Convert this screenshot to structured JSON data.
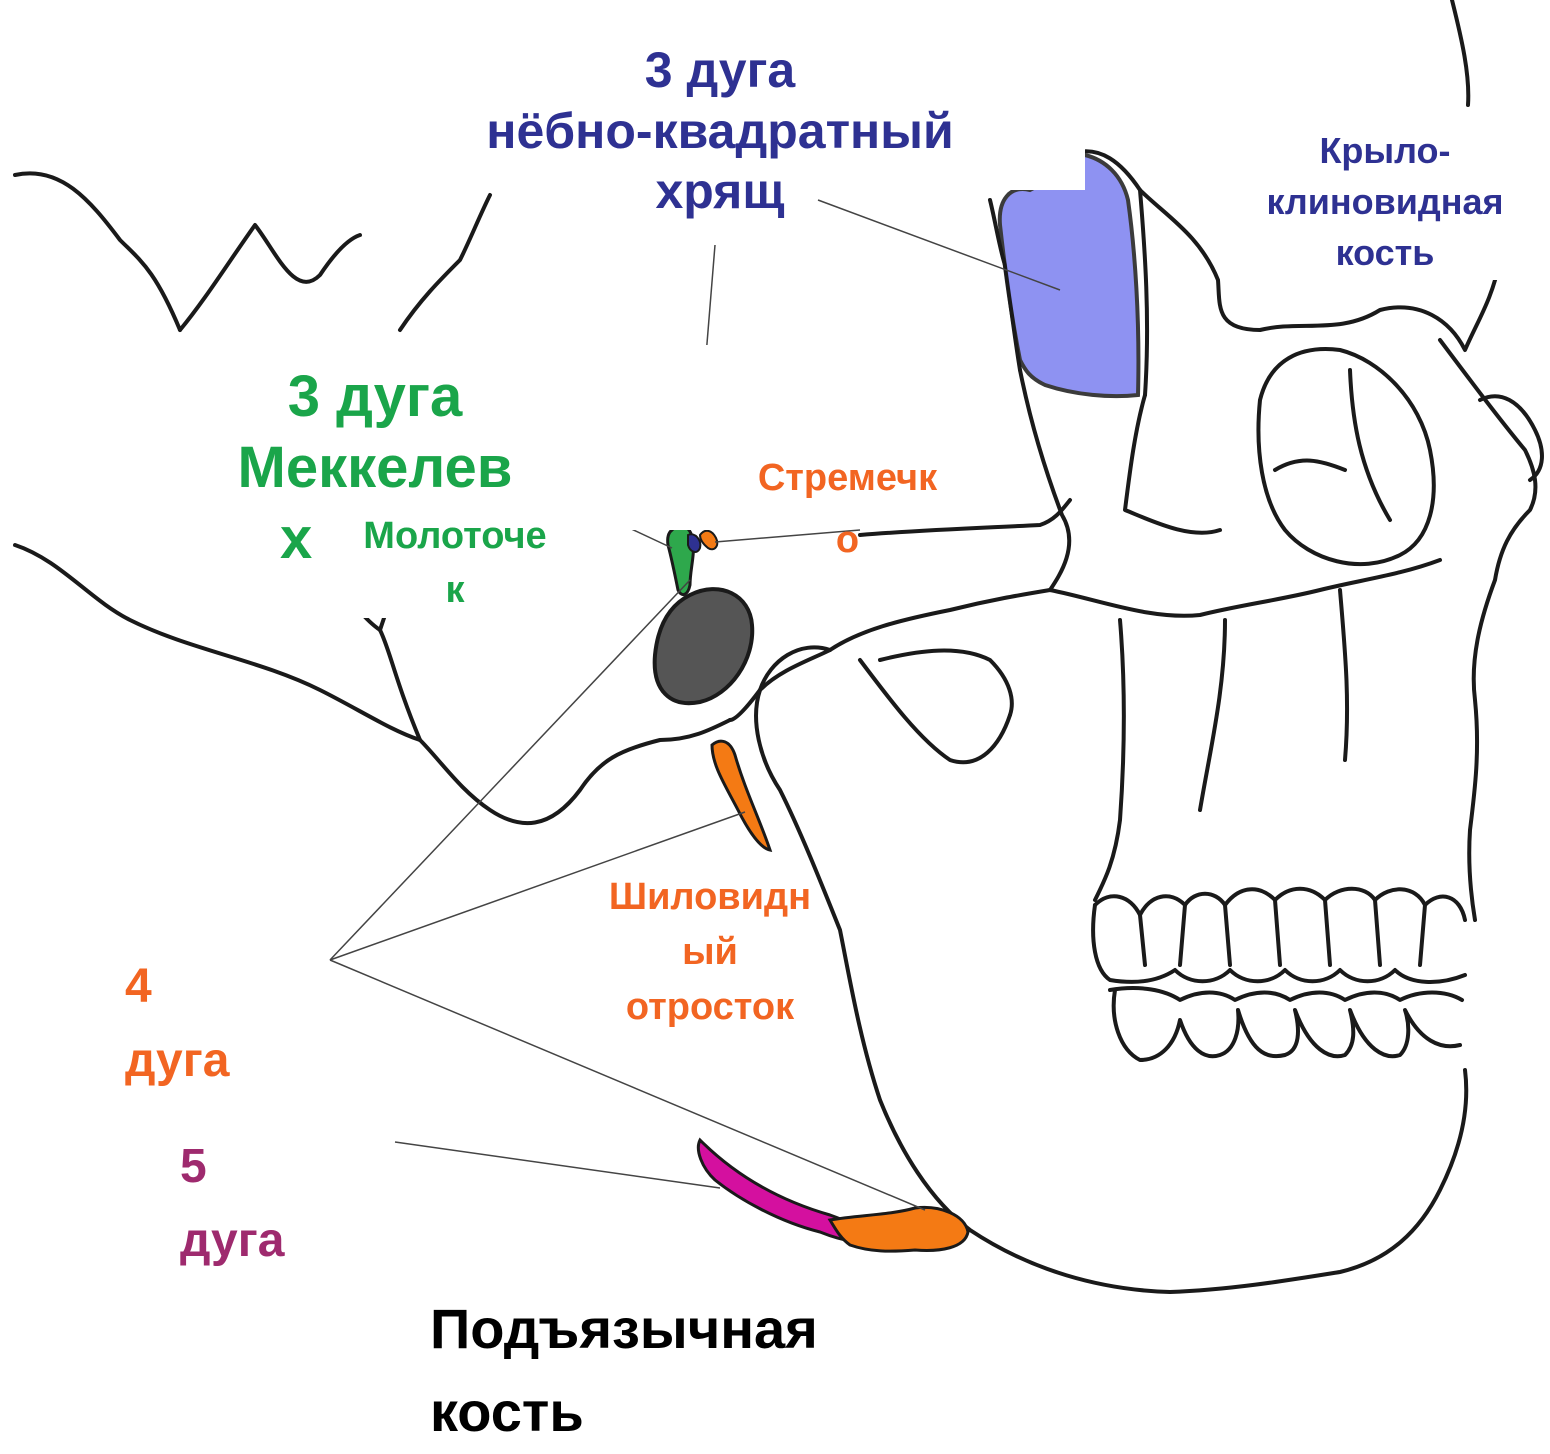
{
  "labels": {
    "palatoquadrate": {
      "line1": "3 дуга",
      "line2": "нёбно-квадратный",
      "line3": "хрящ"
    },
    "pterygosphenoid": {
      "line1": "Крыло-",
      "line2": "клиновидная",
      "line3": "кость"
    },
    "meckel": {
      "line1": "3 дуга",
      "line2": "Меккелев",
      "line3": "х"
    },
    "malleus": {
      "line1": "Молоточе",
      "line2": "к"
    },
    "stapes": {
      "line1": "Стремечк",
      "line2": "о"
    },
    "styloid": {
      "line1": "Шиловидн",
      "line2": "ый",
      "line3": "отросток"
    },
    "arch4": {
      "line1": "4",
      "line2": "дуга"
    },
    "arch5": {
      "line1": "5",
      "line2": "дуга"
    },
    "hyoid": {
      "line1": "Подъязычная",
      "line2": "кость"
    }
  },
  "colors": {
    "arch3_palatoquadrate": "#2e3192",
    "arch3_meckel": "#1aa54a",
    "arch4": "#f26522",
    "arch5": "#9e2a6e",
    "pterygosphenoid_fill": "#7b7ff0",
    "hyoid_magenta": "#d4109f",
    "hyoid_orange": "#f47a14",
    "outline": "#1a1a1a"
  }
}
